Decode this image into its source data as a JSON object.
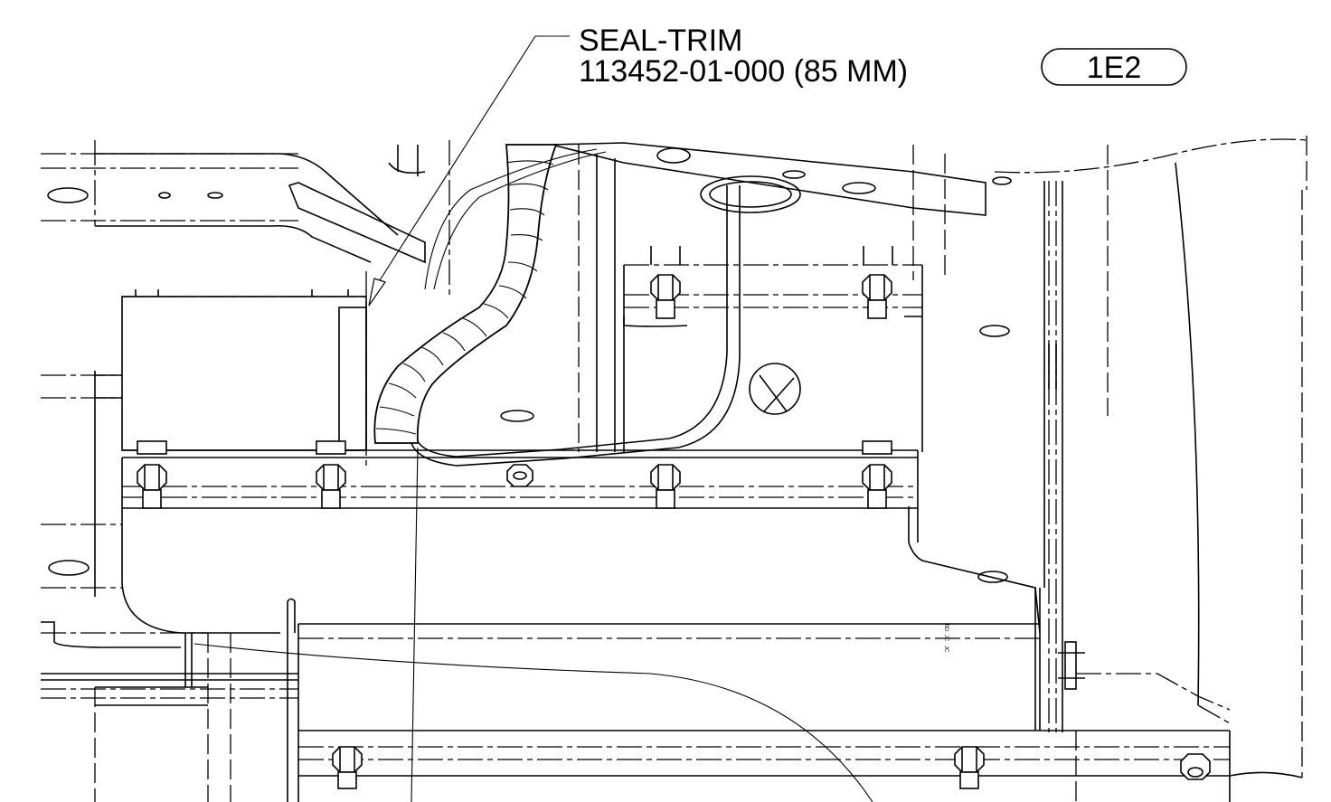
{
  "callout": {
    "part_name": "SEAL-TRIM",
    "part_number": "113452-01-000 (85 MM)",
    "reference_tag": "1E2"
  },
  "colors": {
    "line": "#000000",
    "background": "#ffffff"
  }
}
